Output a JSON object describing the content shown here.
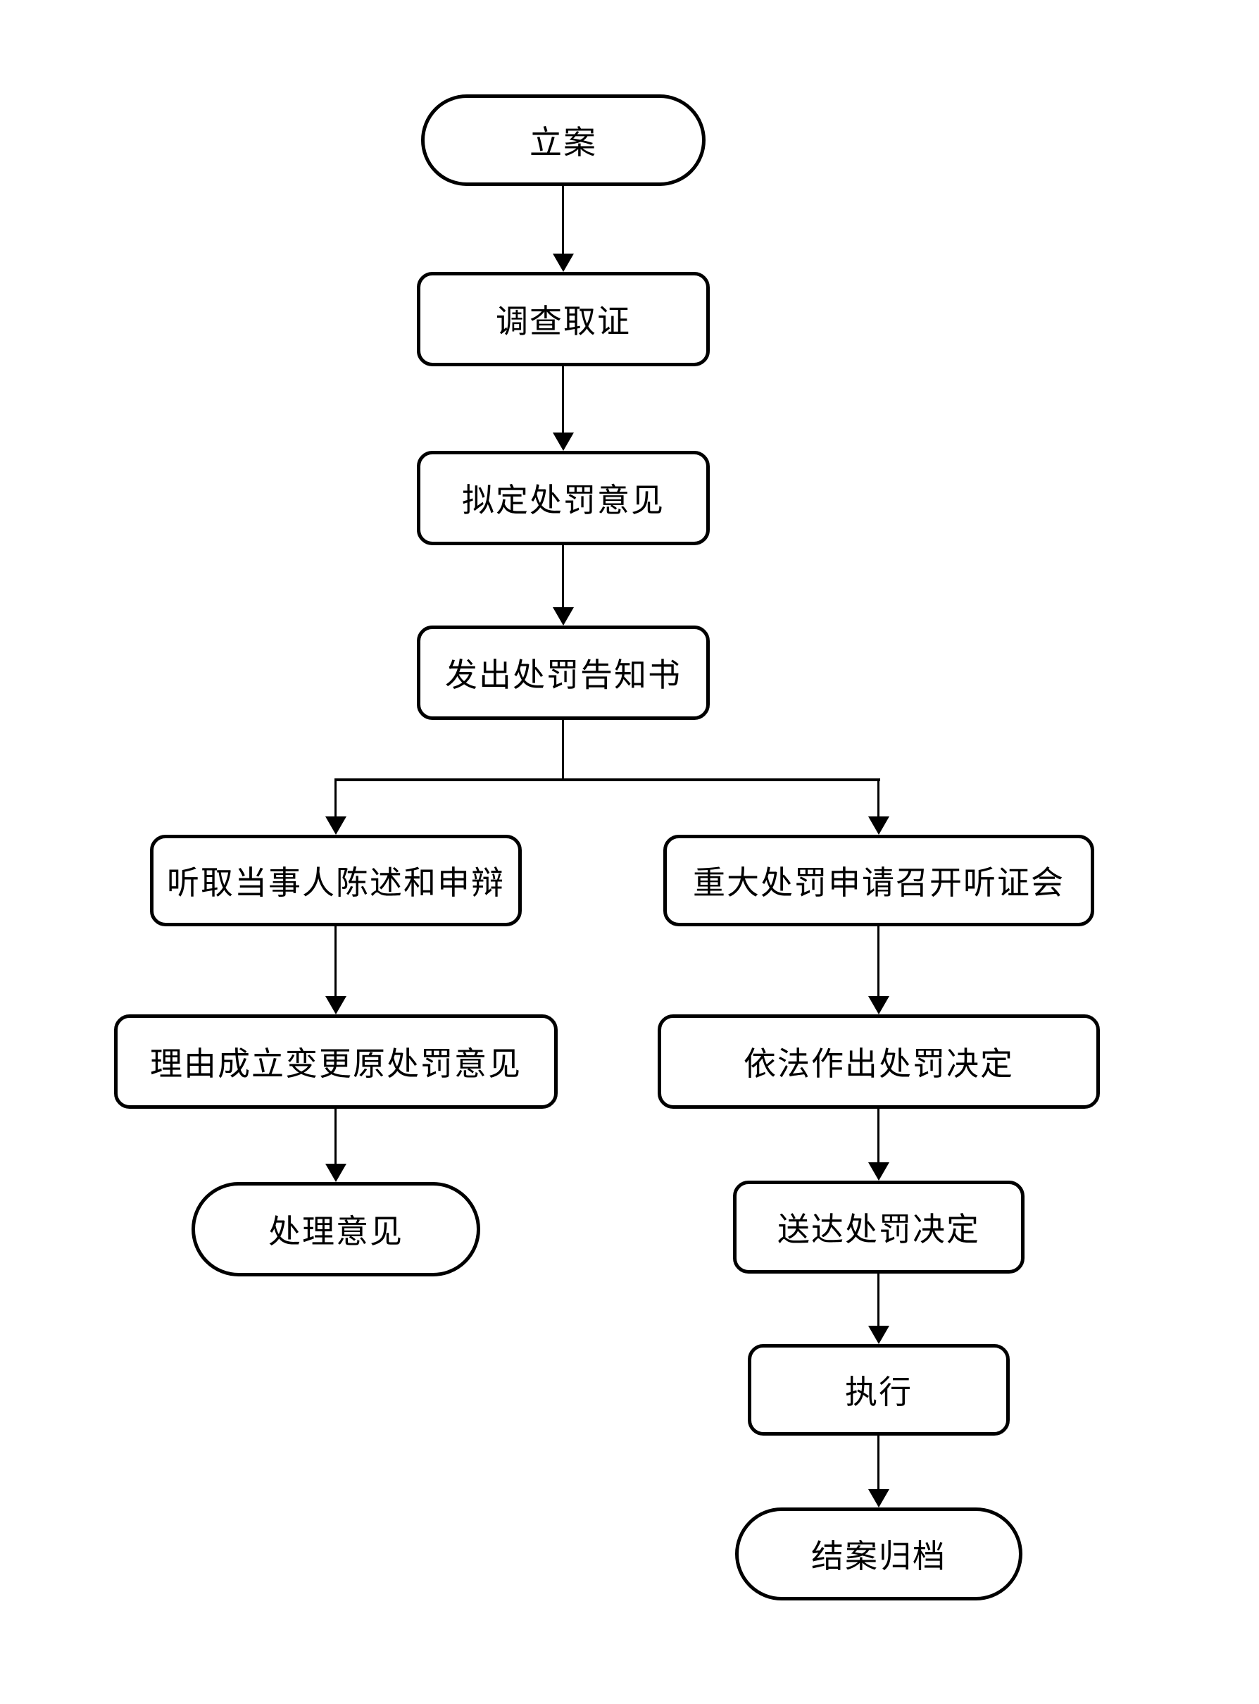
{
  "colors": {
    "line": "#000000",
    "text": "#000000",
    "background": "#ffffff"
  },
  "nodes": {
    "case_filing": {
      "label": "立案",
      "shape": "stadium"
    },
    "investigation": {
      "label": "调查取证",
      "shape": "rect"
    },
    "draft_penalty_opinion": {
      "label": "拟定处罚意见",
      "shape": "rect"
    },
    "issue_penalty_notice": {
      "label": "发出处罚告知书",
      "shape": "rect"
    },
    "hear_statement_defense": {
      "label": "听取当事人陈述和申辩",
      "shape": "rect"
    },
    "major_penalty_hearing": {
      "label": "重大处罚申请召开听证会",
      "shape": "rect"
    },
    "change_original_opinion": {
      "label": "理由成立变更原处罚意见",
      "shape": "rect"
    },
    "make_penalty_decision": {
      "label": "依法作出处罚决定",
      "shape": "rect"
    },
    "handling_opinion": {
      "label": "处理意见",
      "shape": "stadium"
    },
    "deliver_penalty_decision": {
      "label": "送达处罚决定",
      "shape": "rect"
    },
    "execute": {
      "label": "执行",
      "shape": "rect"
    },
    "close_case_archive": {
      "label": "结案归档",
      "shape": "stadium"
    }
  },
  "edges": [
    {
      "from": "case_filing",
      "to": "investigation"
    },
    {
      "from": "investigation",
      "to": "draft_penalty_opinion"
    },
    {
      "from": "draft_penalty_opinion",
      "to": "issue_penalty_notice"
    },
    {
      "from": "issue_penalty_notice",
      "to": "hear_statement_defense"
    },
    {
      "from": "issue_penalty_notice",
      "to": "major_penalty_hearing"
    },
    {
      "from": "hear_statement_defense",
      "to": "change_original_opinion"
    },
    {
      "from": "change_original_opinion",
      "to": "handling_opinion"
    },
    {
      "from": "major_penalty_hearing",
      "to": "make_penalty_decision"
    },
    {
      "from": "make_penalty_decision",
      "to": "deliver_penalty_decision"
    },
    {
      "from": "deliver_penalty_decision",
      "to": "execute"
    },
    {
      "from": "execute",
      "to": "close_case_archive"
    }
  ]
}
